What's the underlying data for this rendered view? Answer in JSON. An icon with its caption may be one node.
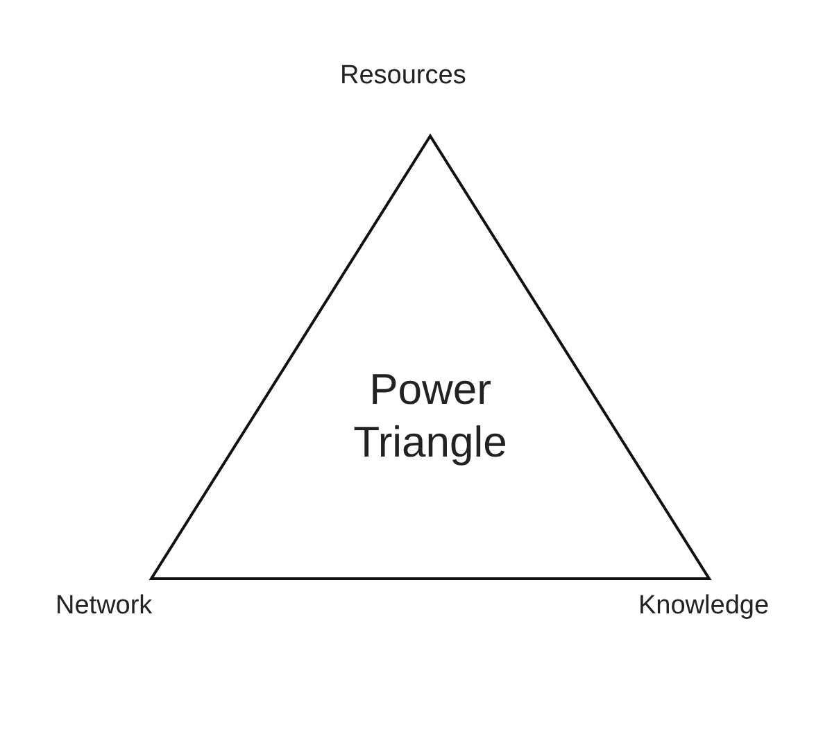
{
  "diagram": {
    "nodes": [
      {
        "text": [
          "Power Triangle"
        ],
        "beside": [
          "Resources",
          "Network",
          "Knowledge"
        ]
      }
    ]
  }
}
